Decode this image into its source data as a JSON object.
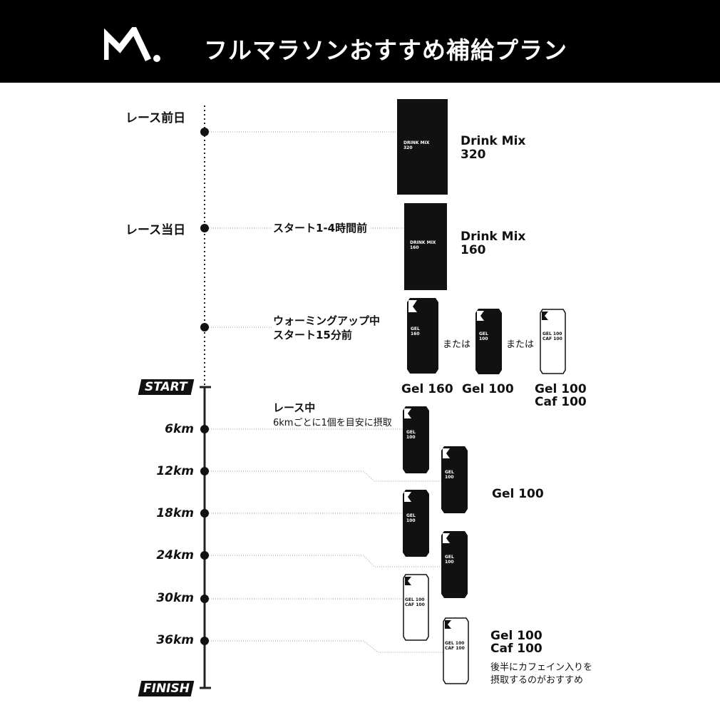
{
  "header": {
    "title": "フルマラソンおすすめ補給プラン",
    "logo_icon": "m-logo-icon"
  },
  "timeline": {
    "day_before": "レース前日",
    "race_day": "レース当日",
    "start": "START",
    "finish": "FINISH",
    "km_markers": [
      "6km",
      "12km",
      "18km",
      "24km",
      "30km",
      "36km"
    ]
  },
  "steps": {
    "start_before": "スタート1-4時間前",
    "warmup_line1": "ウォーミングアップ中",
    "warmup_line2": "スタート15分前",
    "during_title": "レース中",
    "during_note": "6kmごとに1個を目安に摂取",
    "or1": "または",
    "or2": "または",
    "late_note_line1": "後半にカフェイン入りを",
    "late_note_line2": "摂取するのがおすすめ"
  },
  "products": {
    "mix320_line1": "Drink Mix",
    "mix320_line2": "320",
    "mix160_line1": "Drink Mix",
    "mix160_line2": "160",
    "gel160": "Gel 160",
    "gel100": "Gel 100",
    "gelcaf_line1": "Gel 100",
    "gelcaf_line2": "Caf 100",
    "race_gel100": "Gel 100",
    "race_caf_line1": "Gel 100",
    "race_caf_line2": "Caf 100"
  },
  "packets": {
    "mix320_a": "DRINK MIX",
    "mix320_b": "320",
    "mix160_a": "DRINK MIX",
    "mix160_b": "160",
    "gel160_a": "GEL",
    "gel160_b": "160",
    "gel100_a": "GEL",
    "gel100_b": "100",
    "caf_a": "GEL 100",
    "caf_b": "CAF 100"
  },
  "colors": {
    "dark": "#111111",
    "light": "#ffffff",
    "header": "#000000"
  }
}
